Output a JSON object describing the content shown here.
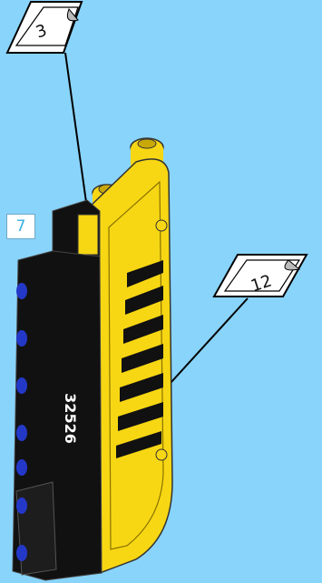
{
  "step": {
    "number": "7"
  },
  "callouts": [
    {
      "label": "3"
    },
    {
      "label": "12"
    }
  ],
  "part": {
    "stamp_text": "32526"
  },
  "colors": {
    "background": "#89d4fb",
    "panel_yellow": "#f7d713",
    "beam_black": "#111111",
    "pin_blue": "#2438c8",
    "step_number": "#3ab0e6"
  }
}
